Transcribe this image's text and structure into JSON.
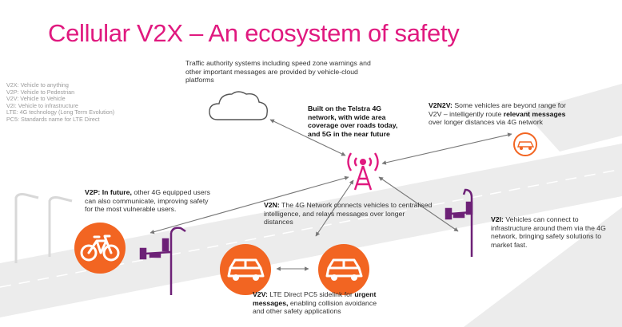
{
  "title": "Cellular V2X – An ecosystem of safety",
  "legend": [
    "V2X: Vehicle to anything",
    "V2P: Vehicle to Pedestrian",
    "V2V: Vehicle to Vehicle",
    "V2I: Vehicle to infrastructure",
    "LTE: 4G technology (Long Term Evolution)",
    "PC5: Standards name for LTE Direct"
  ],
  "traffic_text": "Traffic authority systems including speed zone warnings and other important messages are provided by vehicle-cloud platforms",
  "telstra_text": "Built on the Telstra 4G network, with wide area coverage over roads today, and 5G in the near future",
  "v2n2v": {
    "label": "V2N2V:",
    "t1": " Some vehicles are beyond range for V2V – intelligently route ",
    "bold": "relevant messages",
    "t2": " over longer distances via 4G network"
  },
  "v2p": {
    "label": "V2P:",
    "bold": " In future,",
    "t1": " other 4G equipped users can also communicate, improving safety for the most vulnerable users."
  },
  "v2n": {
    "label": "V2N:",
    "t1": " The 4G Network connects vehicles to centralised intelligence, and relays messages over longer distances"
  },
  "v2i": {
    "label": "V2I:",
    "t1": " Vehicles can connect to infrastructure around them via the 4G network, bringing safety solutions to market fast."
  },
  "v2v": {
    "label": "V2V:",
    "t1": " LTE Direct PC5 sidelink for ",
    "bold": "urgent messages,",
    "t2": " enabling collision avoidance and other safety applications"
  },
  "colors": {
    "accent": "#e0197f",
    "orange": "#f26522",
    "purple": "#6d2177",
    "road": "#e9e9e9",
    "cloud": "#555555"
  }
}
